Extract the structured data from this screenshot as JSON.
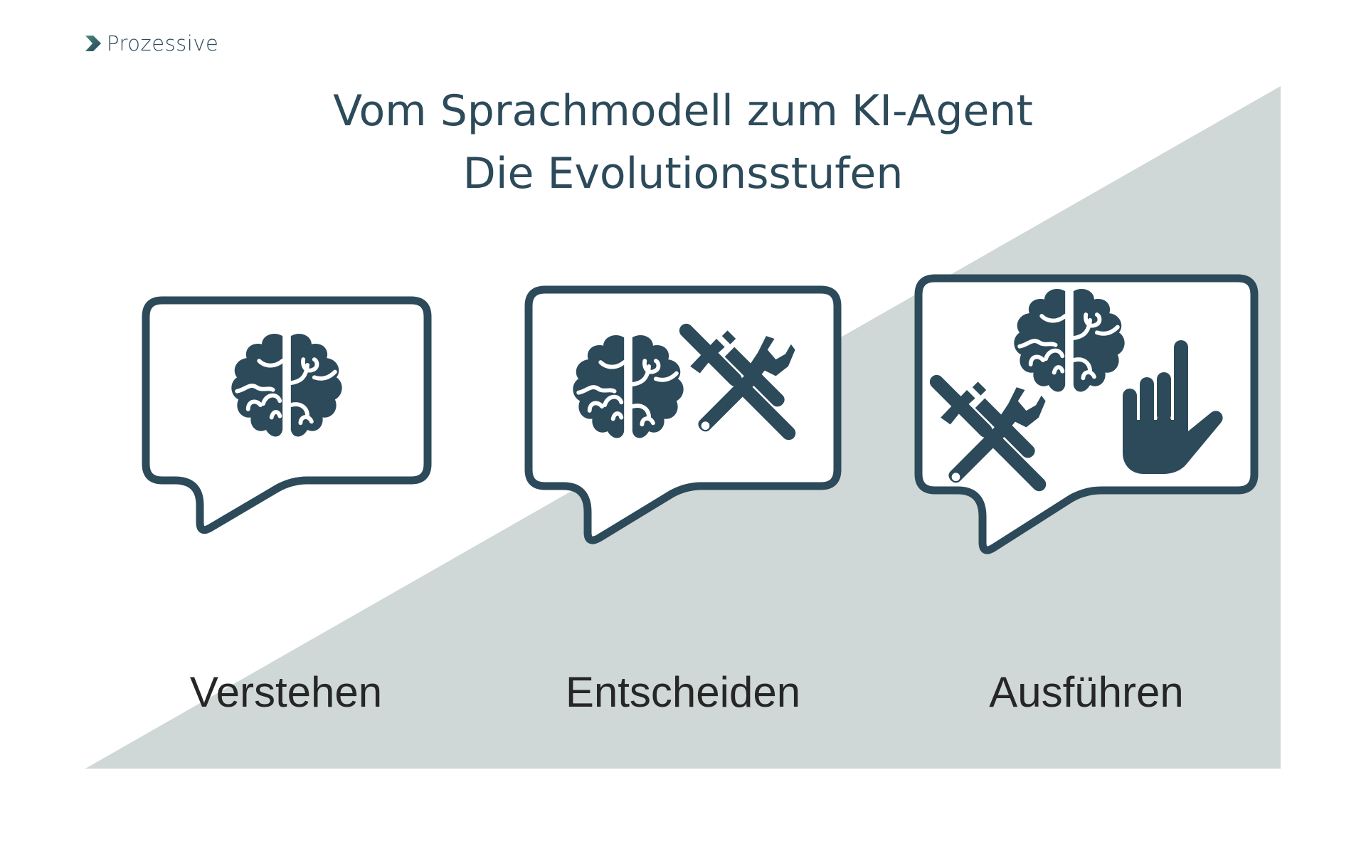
{
  "brand": {
    "logo_text": "Prozessive",
    "logo_icon": "chevron-right-icon"
  },
  "header": {
    "title_line1": "Vom Sprachmodell zum KI-Agent",
    "title_line2": "Die Evolutionsstufen"
  },
  "colors": {
    "primary": "#2c4a5a",
    "background_triangle": "#cfd8d6",
    "label_text": "#262626",
    "logo_gradient_start": "#4a8a7a",
    "logo_gradient_end": "#23435a"
  },
  "stages": [
    {
      "label": "Verstehen",
      "icons": [
        "brain-icon"
      ]
    },
    {
      "label": "Entscheiden",
      "icons": [
        "brain-icon",
        "hammer-wrench-icon"
      ]
    },
    {
      "label": "Ausführen",
      "icons": [
        "brain-icon",
        "hammer-wrench-icon",
        "pointing-hand-icon"
      ]
    }
  ]
}
